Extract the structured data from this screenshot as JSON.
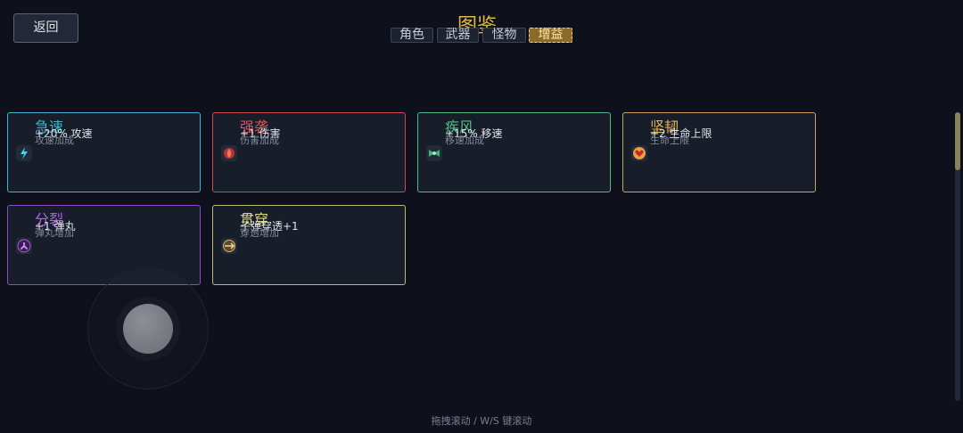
{
  "header": {
    "back_label": "返回",
    "title": "图鉴"
  },
  "tabs": [
    {
      "label": "角色",
      "active": false
    },
    {
      "label": "武器",
      "active": false
    },
    {
      "label": "怪物",
      "active": false
    },
    {
      "label": "增益",
      "active": true
    }
  ],
  "cards": [
    {
      "name": "急速",
      "effect": "+20% 攻速",
      "desc": "攻速加成",
      "color": "#3fb4c8",
      "icon": "lightning-icon"
    },
    {
      "name": "强袭",
      "effect": "+1 伤害",
      "desc": "伤害加成",
      "color": "#e0555e",
      "icon": "fire-icon"
    },
    {
      "name": "疾风",
      "effect": "+15% 移速",
      "desc": "移速加成",
      "color": "#4fc08a",
      "icon": "wind-icon"
    },
    {
      "name": "坚韧",
      "effect": "+2 生命上限",
      "desc": "生命上限",
      "color": "#e6b257",
      "icon": "heart-icon"
    },
    {
      "name": "分裂",
      "effect": "+1 弹丸",
      "desc": "弹丸增加",
      "color": "#b468e6",
      "icon": "split-icon"
    },
    {
      "name": "贯穿",
      "effect": "子弹穿透+1",
      "desc": "穿透增加",
      "color": "#d8dd7e",
      "icon": "pierce-icon"
    }
  ],
  "scroll": {
    "position": 0.0
  },
  "hint": "拖拽滚动 / W/S 键滚动"
}
